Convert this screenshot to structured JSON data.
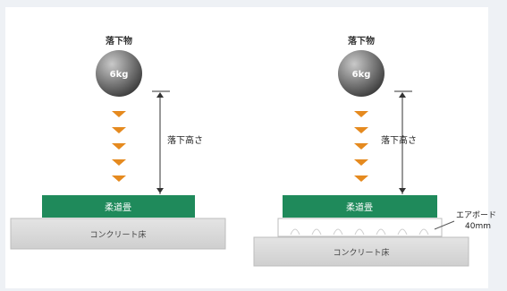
{
  "left": {
    "ball_caption": "落下物",
    "ball_weight": "6kg",
    "height_label": "落下高さ",
    "tatami_label": "柔道畳",
    "floor_label": "コンクリート床"
  },
  "right": {
    "ball_caption": "落下物",
    "ball_weight": "6kg",
    "height_label": "落下高さ",
    "tatami_label": "柔道畳",
    "airboard_label": "エアボード",
    "airboard_size": "40mm",
    "floor_label": "コンクリート床"
  },
  "colors": {
    "tatami": "#1f8a5b",
    "arrow": "#e58a1f",
    "floor": "#d9d9d9",
    "ball": "#6e6e6e"
  }
}
